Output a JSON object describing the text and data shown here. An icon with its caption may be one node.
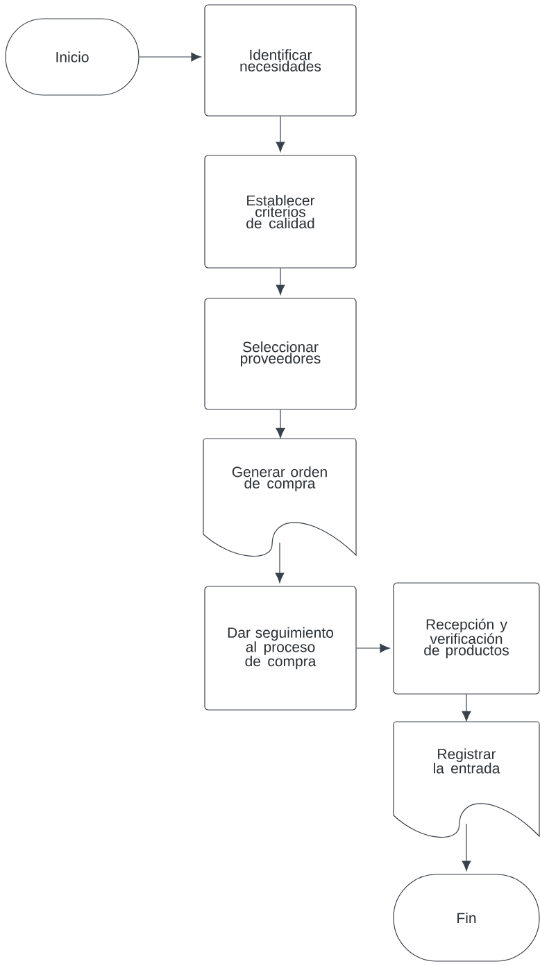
{
  "diagram": {
    "nodes": [
      {
        "text": [
          "Inicio"
        ]
      },
      {
        "text": [
          "Identificar necesidades"
        ]
      },
      {
        "text": [
          "Establecer criterios de calidad"
        ]
      },
      {
        "text": [
          "Seleccionar proveedores"
        ]
      },
      {
        "text": [
          "Generar orden de compra"
        ]
      },
      {
        "text": [
          "Dar seguimiento al proceso de compra"
        ]
      },
      {
        "text": [
          "Recepción y verificación de productos"
        ]
      },
      {
        "text": [
          "Registrar la entrada"
        ]
      },
      {
        "text": [
          "Fin"
        ]
      }
    ],
    "edges": [
      {
        "from": 0,
        "to": 1,
        "arrow": "to"
      },
      {
        "from": 1,
        "to": 2,
        "arrow": "to"
      },
      {
        "from": 2,
        "to": 3,
        "arrow": "to"
      },
      {
        "from": 3,
        "to": 4,
        "arrow": "to"
      },
      {
        "from": 4,
        "to": 5,
        "arrow": "to"
      },
      {
        "from": 5,
        "to": 6,
        "arrow": "to"
      },
      {
        "from": 6,
        "to": 7,
        "arrow": "to"
      },
      {
        "from": 7,
        "to": 8,
        "arrow": "to"
      }
    ]
  }
}
